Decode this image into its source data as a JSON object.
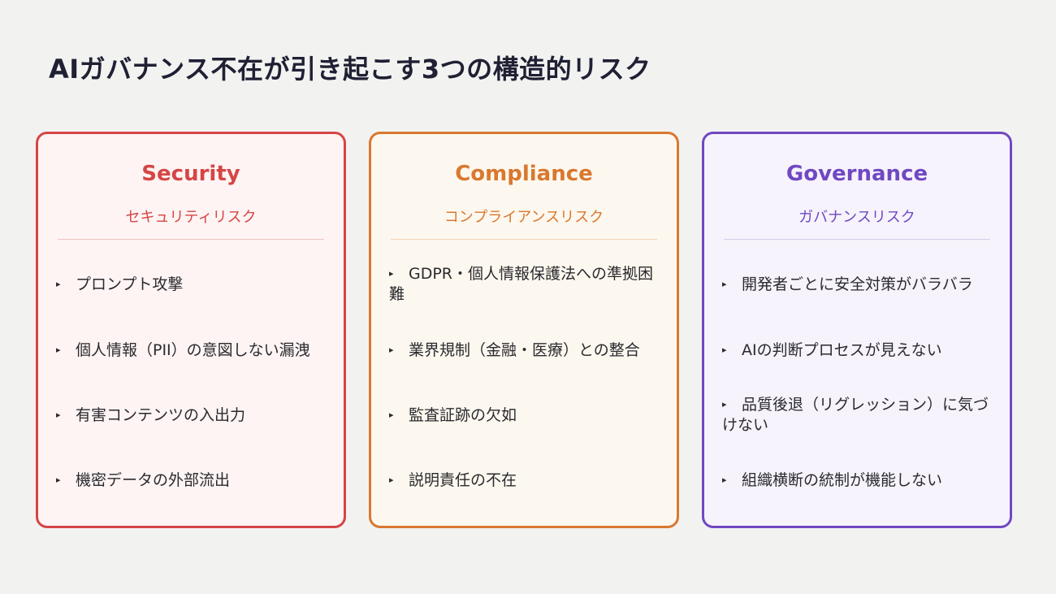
{
  "title": "AIガバナンス不在が引き起こす3つの構造的リスク",
  "cards": [
    {
      "title": "Security",
      "subtitle": "セキュリティリスク",
      "accent": "#d64545",
      "background": "#fdf4f3",
      "divider": "#eec4c1",
      "items": [
        "プロンプト攻撃",
        "個人情報（PII）の意図しない漏洩",
        "有害コンテンツの入出力",
        "機密データの外部流出"
      ]
    },
    {
      "title": "Compliance",
      "subtitle": "コンプライアンスリスク",
      "accent": "#d9782f",
      "background": "#fdf8ef",
      "divider": "#efd3b3",
      "items": [
        "GDPR・個人情報保護法への準拠困難",
        "業界規制（金融・医療）との整合",
        "監査証跡の欠如",
        "説明責任の不在"
      ]
    },
    {
      "title": "Governance",
      "subtitle": "ガバナンスリスク",
      "accent": "#7048c2",
      "background": "#f6f3fc",
      "divider": "#d5cbeb",
      "items": [
        "開発者ごとに安全対策がバラバラ",
        "AIの判断プロセスが見えない",
        "品質後退（リグレッション）に気づけない",
        "組織横断の統制が機能しない"
      ]
    }
  ],
  "bullet_glyph": "▸"
}
